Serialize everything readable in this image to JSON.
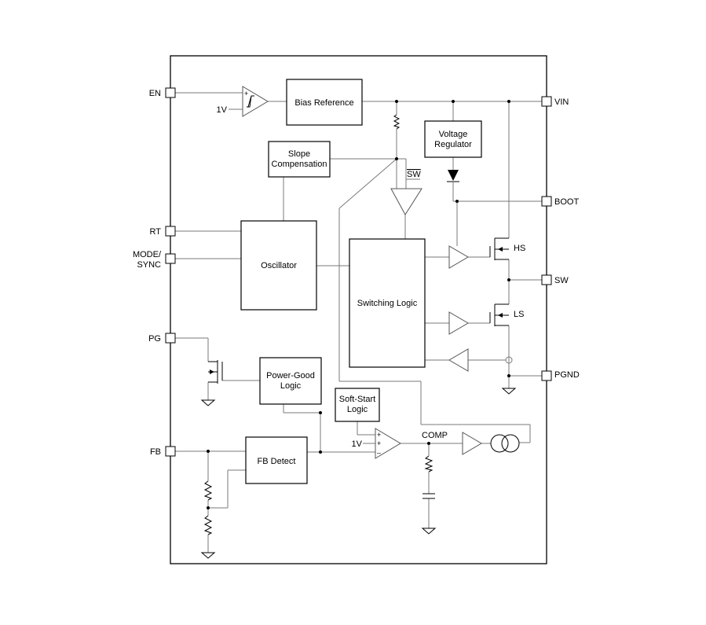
{
  "pins": {
    "en": "EN",
    "vin": "VIN",
    "boot": "BOOT",
    "rt": "RT",
    "mode_line1": "MODE/",
    "mode_line2": "SYNC",
    "sw": "SW",
    "pg": "PG",
    "pgnd": "PGND",
    "fb": "FB"
  },
  "blocks": {
    "bias_reference": "Bias Reference",
    "voltage_regulator_line1": "Voltage",
    "voltage_regulator_line2": "Regulator",
    "slope_comp_line1": "Slope",
    "slope_comp_line2": "Compensation",
    "oscillator": "Oscillator",
    "switching_logic": "Switching Logic",
    "power_good_line1": "Power-Good",
    "power_good_line2": "Logic",
    "soft_start_line1": "Soft-Start",
    "soft_start_line2": "Logic",
    "fb_detect": "FB Detect"
  },
  "labels": {
    "one_v_enable": "1V",
    "one_v_error_amp": "1V",
    "sw_sense": "SW",
    "hs": "HS",
    "ls": "LS",
    "comp": "COMP",
    "plus": "+",
    "minus": "–"
  }
}
